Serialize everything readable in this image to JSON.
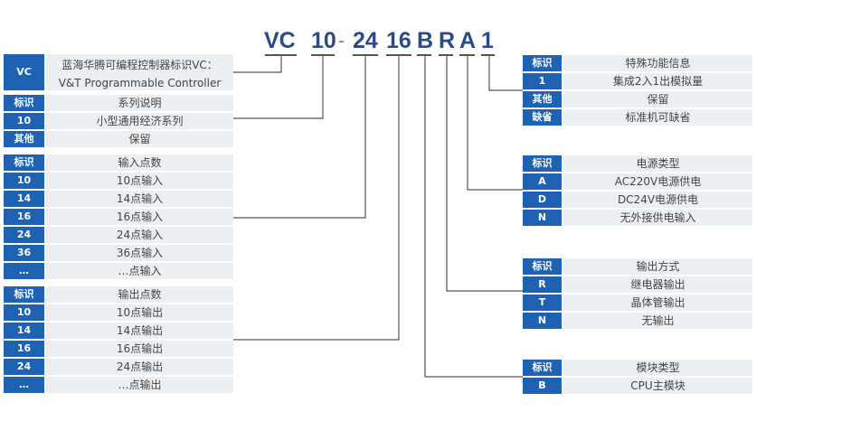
{
  "code": {
    "vc": "VC",
    "series": "10",
    "hyphen": "-",
    "inputs": "24",
    "outputs": "16",
    "module": "B",
    "output_type": "R",
    "power": "A",
    "special": "1"
  },
  "vc_box": {
    "key": "VC",
    "line1": "蓝海华腾可编程控制器标识VC：",
    "line2": "V&T Programmable Controller"
  },
  "series_table": {
    "header": {
      "key": "标识",
      "value": "系列说明"
    },
    "rows": [
      {
        "key": "10",
        "value": "小型通用经济系列"
      },
      {
        "key": "其他",
        "value": "保留"
      }
    ]
  },
  "input_table": {
    "header": {
      "key": "标识",
      "value": "输入点数"
    },
    "rows": [
      {
        "key": "10",
        "value": "10点输入"
      },
      {
        "key": "14",
        "value": "14点输入"
      },
      {
        "key": "16",
        "value": "16点输入"
      },
      {
        "key": "24",
        "value": "24点输入"
      },
      {
        "key": "36",
        "value": "36点输入"
      },
      {
        "key": "…",
        "value": "…点输入"
      }
    ]
  },
  "output_table": {
    "header": {
      "key": "标识",
      "value": "输出点数"
    },
    "rows": [
      {
        "key": "10",
        "value": "10点输出"
      },
      {
        "key": "14",
        "value": "14点输出"
      },
      {
        "key": "16",
        "value": "16点输出"
      },
      {
        "key": "24",
        "value": "24点输出"
      },
      {
        "key": "…",
        "value": "…点输出"
      }
    ]
  },
  "special_table": {
    "header": {
      "key": "标识",
      "value": "特殊功能信息"
    },
    "rows": [
      {
        "key": "1",
        "value": "集成2入1出模拟量"
      },
      {
        "key": "其他",
        "value": "保留"
      },
      {
        "key": "缺省",
        "value": "标准机可缺省"
      }
    ]
  },
  "power_table": {
    "header": {
      "key": "标识",
      "value": "电源类型"
    },
    "rows": [
      {
        "key": "A",
        "value": "AC220V电源供电"
      },
      {
        "key": "D",
        "value": "DC24V电源供电"
      },
      {
        "key": "N",
        "value": "无外接供电输入"
      }
    ]
  },
  "outtype_table": {
    "header": {
      "key": "标识",
      "value": "输出方式"
    },
    "rows": [
      {
        "key": "R",
        "value": "继电器输出"
      },
      {
        "key": "T",
        "value": "晶体管输出"
      },
      {
        "key": "N",
        "value": "无输出"
      }
    ]
  },
  "module_table": {
    "header": {
      "key": "标识",
      "value": "模块类型"
    },
    "rows": [
      {
        "key": "B",
        "value": "CPU主模块"
      }
    ]
  },
  "colors": {
    "key_bg": "#1e62b4",
    "value_bg": "#eceff2",
    "code_text": "#2a4a8a",
    "line": "#555555"
  }
}
